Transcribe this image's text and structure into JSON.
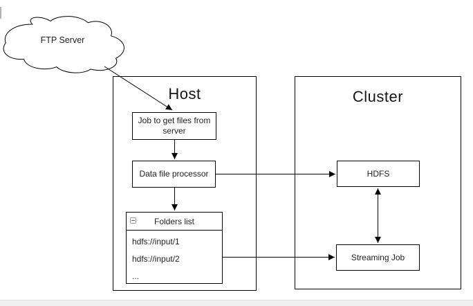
{
  "diagram": {
    "cloud": {
      "label": "FTP Server"
    },
    "host": {
      "title": "Host",
      "job_box": {
        "label": "Job to get files from server"
      },
      "processor_box": {
        "label": "Data file processor"
      },
      "folders_list": {
        "title": "Folders list",
        "items": [
          "hdfs://input/1",
          "hdfs://input/2",
          "..."
        ]
      }
    },
    "cluster": {
      "title": "Cluster",
      "hdfs_box": {
        "label": "HDFS"
      },
      "streaming_box": {
        "label": "Streaming Job"
      }
    },
    "connections": [
      {
        "from": "FTP Server",
        "to": "Job to get files from server",
        "type": "arrow"
      },
      {
        "from": "Job to get files from server",
        "to": "Data file processor",
        "type": "arrow"
      },
      {
        "from": "Data file processor",
        "to": "Folders list",
        "type": "arrow"
      },
      {
        "from": "Data file processor",
        "to": "HDFS",
        "type": "arrow"
      },
      {
        "from": "Folders list",
        "to": "Streaming Job",
        "type": "arrow"
      },
      {
        "from": "HDFS",
        "to": "Streaming Job",
        "type": "double-arrow"
      }
    ],
    "icons": {
      "folders_collapse": "collapse-minus-icon"
    },
    "colors": {
      "stroke": "#000000",
      "shape_fill": "#ffffff",
      "background": "#ffffff",
      "page_edge": "#f0f0f0"
    }
  }
}
